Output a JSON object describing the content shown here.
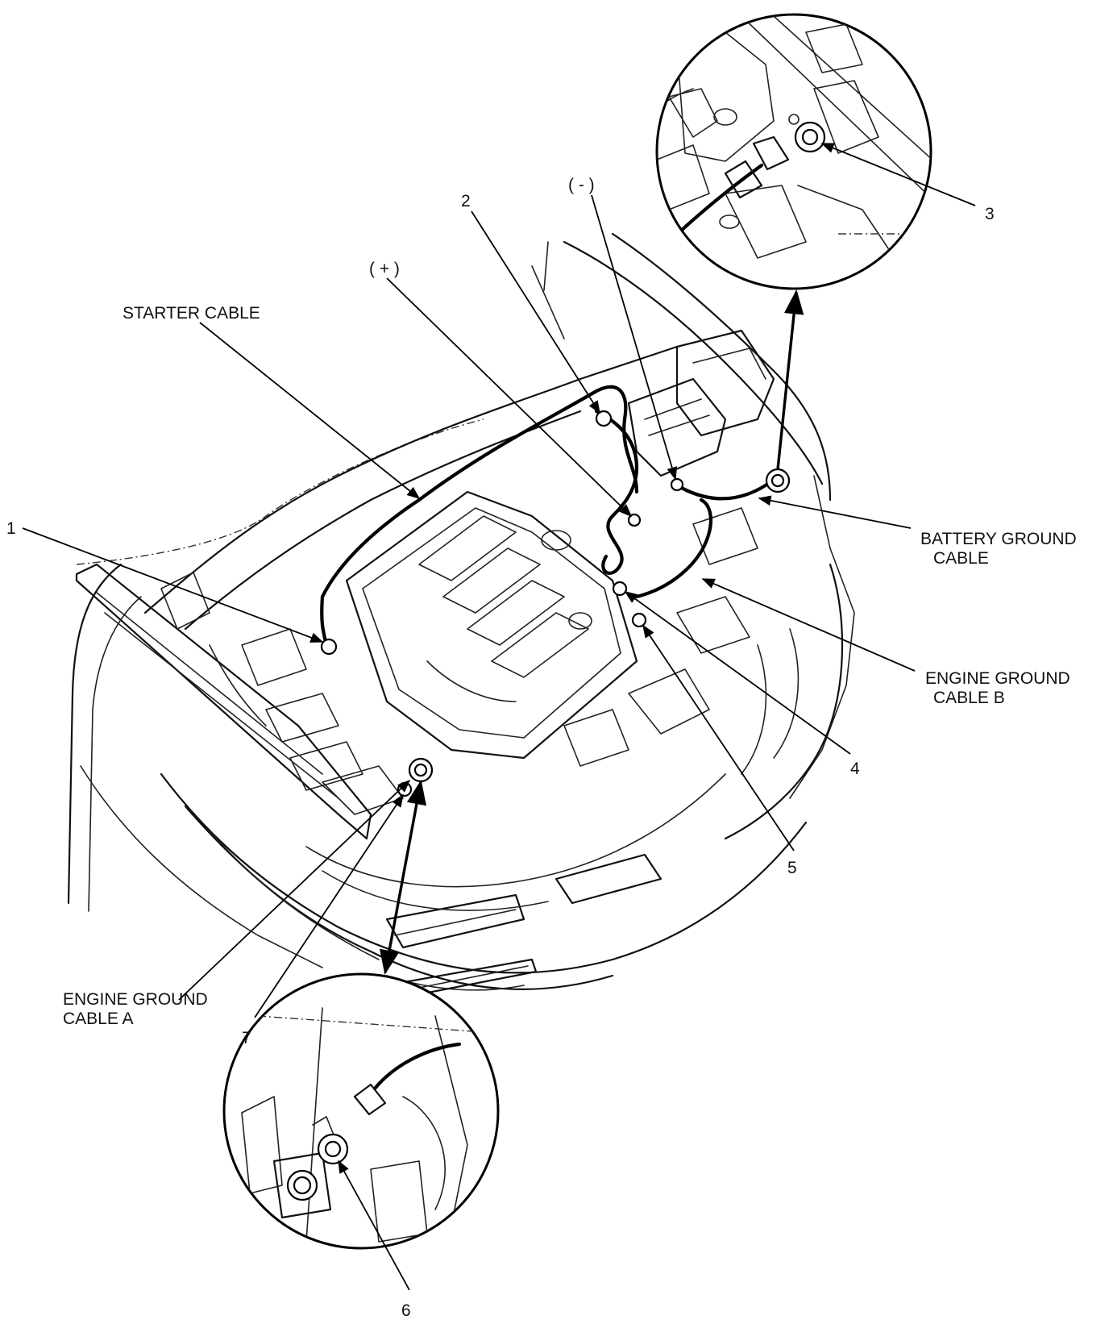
{
  "diagram": {
    "labels": {
      "starter_cable": "STARTER CABLE",
      "battery_ground_line1": "BATTERY GROUND",
      "battery_ground_line2": "CABLE",
      "engine_ground_b_line1": "ENGINE GROUND",
      "engine_ground_b_line2": "CABLE B",
      "engine_ground_a_line1": "ENGINE GROUND",
      "engine_ground_a_line2": "CABLE A",
      "positive_terminal": "( + )",
      "negative_terminal": "( - )"
    },
    "callouts": [
      "1",
      "2",
      "3",
      "4",
      "5",
      "6",
      "7"
    ]
  }
}
